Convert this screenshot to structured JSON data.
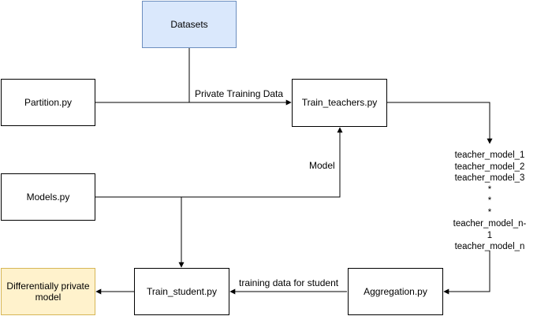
{
  "nodes": {
    "datasets": "Datasets",
    "partition": "Partition.py",
    "train_teachers": "Train_teachers.py",
    "models": "Models.py",
    "train_student": "Train_student.py",
    "aggregation": "Aggregation.py",
    "dp_model": "Differentially private model"
  },
  "edge_labels": {
    "private_training_data": "Private Training Data",
    "model": "Model",
    "training_data_for_student": "training data for student"
  },
  "teacher_models": [
    "teacher_model_1",
    "teacher_model_2",
    "teacher_model_3",
    "*",
    "*",
    "*",
    "teacher_model_n-",
    "1",
    "teacher_model_n"
  ],
  "colors": {
    "datasets_fill": "#dae8fc",
    "datasets_stroke": "#6c8ebf",
    "dp_model_fill": "#fff2cc",
    "dp_model_stroke": "#d6b656"
  }
}
